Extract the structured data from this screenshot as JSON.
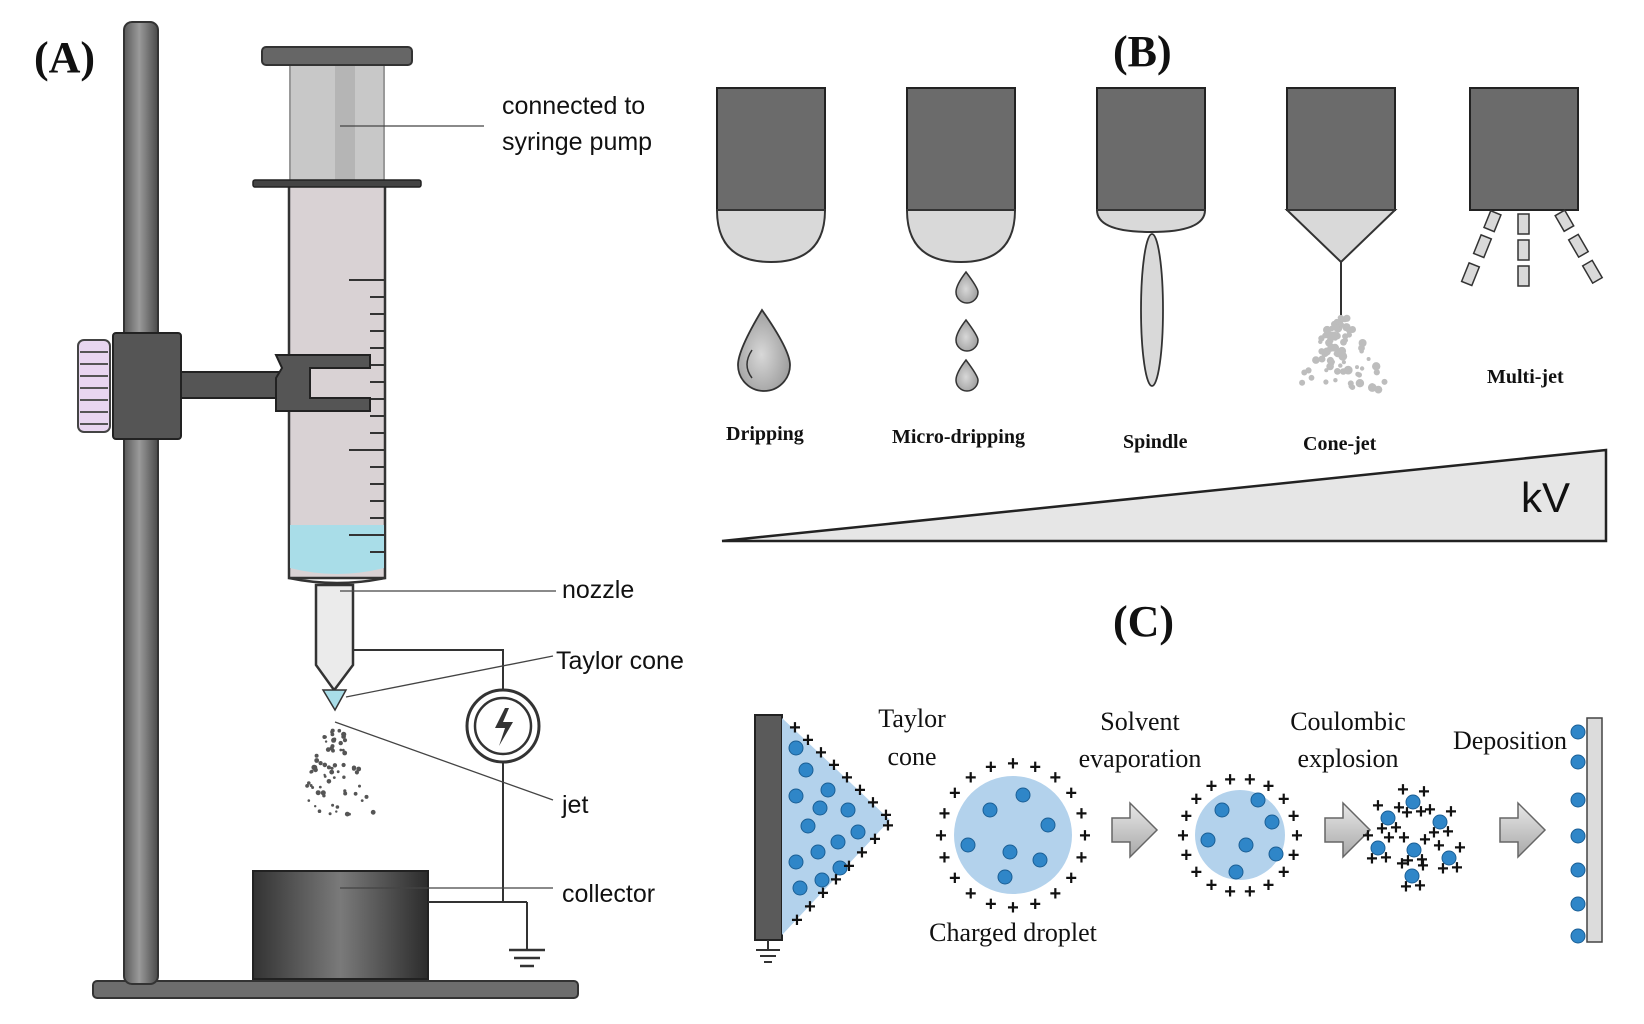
{
  "panels": {
    "a": "(A)",
    "b": "(B)",
    "c": "(C)"
  },
  "panel_a": {
    "syringe_pump": [
      "connected to",
      "syringe pump"
    ],
    "nozzle": "nozzle",
    "taylor_cone": "Taylor cone",
    "jet": "jet",
    "collector": "collector"
  },
  "panel_b": {
    "modes": [
      "Dripping",
      "Micro-dripping",
      "Spindle",
      "Cone-jet",
      "Multi-jet"
    ],
    "voltage_label": "kV"
  },
  "panel_c": {
    "taylor_cone": [
      "Taylor",
      "cone"
    ],
    "solvent_evaporation": [
      "Solvent",
      "evaporation"
    ],
    "coulombic_explosion": [
      "Coulombic",
      "explosion"
    ],
    "deposition": "Deposition",
    "charged_droplet": "Charged droplet"
  },
  "colors": {
    "liquid": "#a9dde8",
    "barrel": "#d9d2d4",
    "nozzle_head": "#6b6b6b",
    "particle": "#2f86c8",
    "droplet": "#b3d2ec"
  }
}
